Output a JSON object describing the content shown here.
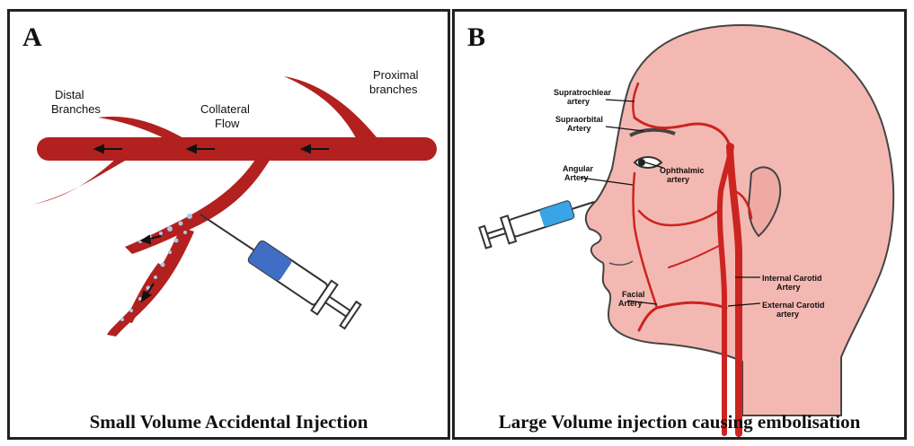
{
  "panel_a": {
    "letter": "A",
    "caption": "Small Volume Accidental Injection",
    "labels": {
      "distal_1": "Distal",
      "distal_2": "Branches",
      "collateral_1": "Collateral",
      "collateral_2": "Flow",
      "proximal_1": "Proximal",
      "proximal_2": "branches"
    }
  },
  "panel_b": {
    "letter": "B",
    "caption": "Large Volume injection causing embolisation",
    "labels": {
      "supratrochlear_1": "Supratrochlear",
      "supratrochlear_2": "artery",
      "supraorbital_1": "Supraorbital",
      "supraorbital_2": "Artery",
      "angular_1": "Angular",
      "angular_2": "Artery",
      "ophthalmic_1": "Ophthalmic",
      "ophthalmic_2": "artery",
      "internal_carotid_1": "Internal Carotid",
      "internal_carotid_2": "Artery",
      "external_carotid_1": "External Carotid",
      "external_carotid_2": "artery",
      "facial_1": "Facial",
      "facial_2": "Artery"
    }
  },
  "colors": {
    "artery": "#b2211f",
    "skin": "#f4b8b2",
    "syringe_blue": "#3f6ec4",
    "syringe_light_blue": "#39a4e6"
  }
}
